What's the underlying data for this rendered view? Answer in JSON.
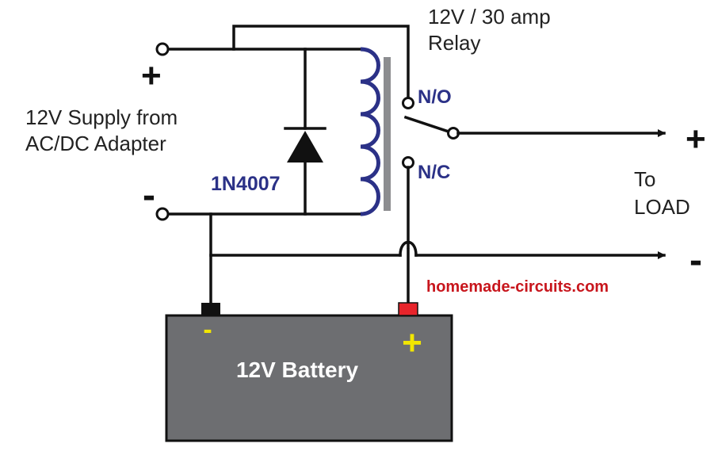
{
  "relay": {
    "title_line1": "12V / 30 amp",
    "title_line2": "Relay",
    "no_label": "N/O",
    "nc_label": "N/C"
  },
  "supply": {
    "line1": "12V Supply from",
    "line2": "AC/DC Adapter",
    "plus": "+",
    "minus": "-"
  },
  "diode": {
    "label": "1N4007"
  },
  "load": {
    "line1": "To",
    "line2": "LOAD",
    "plus": "+",
    "minus": "-"
  },
  "watermark": "homemade-circuits.com",
  "battery": {
    "label": "12V Battery",
    "neg": "-",
    "pos": "+"
  },
  "colors": {
    "coil": "#2b3187",
    "battery_body": "#6d6e71",
    "battery_pos_terminal": "#e8242b",
    "battery_neg_terminal": "#111111",
    "battery_sign": "#f2e600",
    "watermark": "#c8161d"
  }
}
